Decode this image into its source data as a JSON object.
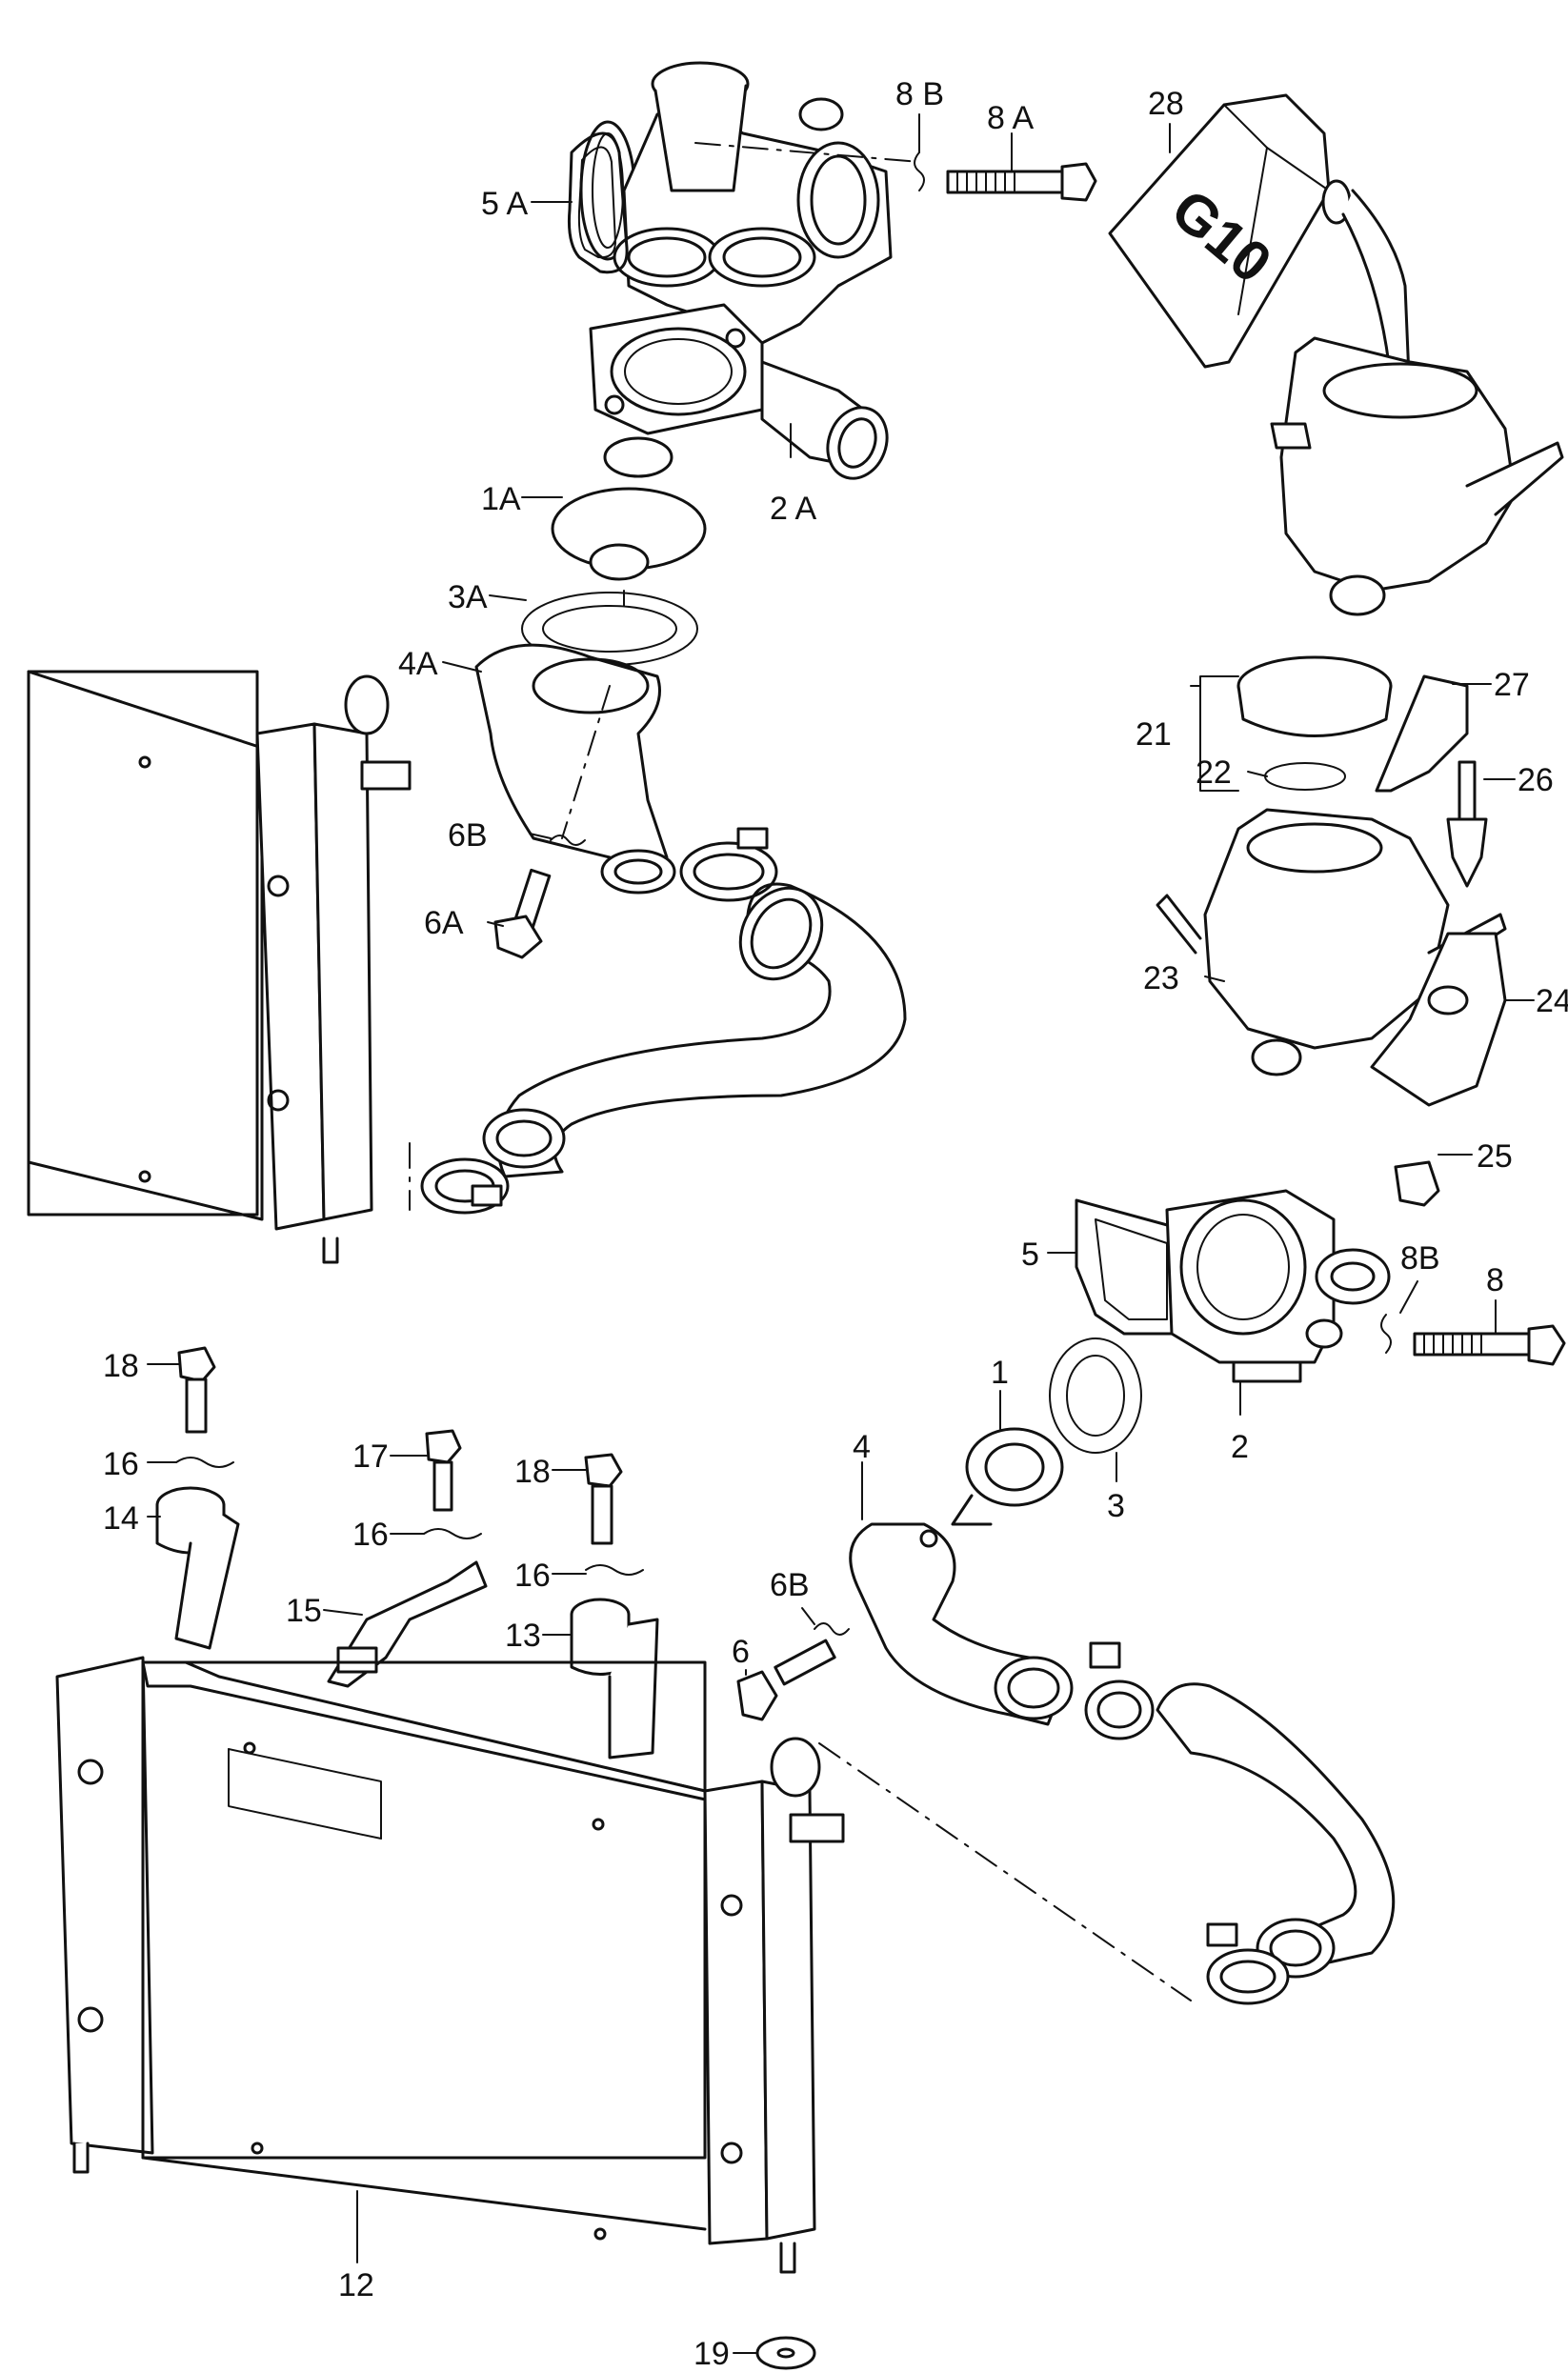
{
  "callouts": {
    "c5A": "5 A",
    "c8B_top": "8 B",
    "c8A": "8 A",
    "c28": "28",
    "c1A": "1A",
    "c2A": "2 A",
    "c3A": "3A",
    "c4A": "4A",
    "c6B_top": "6B",
    "c6A": "6A",
    "c21": "21",
    "c22": "22",
    "c27": "27",
    "c26": "26",
    "c23": "23",
    "c24": "24",
    "c25": "25",
    "c5": "5",
    "c8B": "8B",
    "c8": "8",
    "c1": "1",
    "c2": "2",
    "c3": "3",
    "c4": "4",
    "c6B": "6B",
    "c6": "6",
    "c18_left": "18",
    "c16_left": "16",
    "c14": "14",
    "c17": "17",
    "c16_mid": "16",
    "c15": "15",
    "c18_right": "18",
    "c16_right": "16",
    "c13": "13",
    "c12": "12",
    "c19": "19"
  },
  "bottle_label": "G10"
}
